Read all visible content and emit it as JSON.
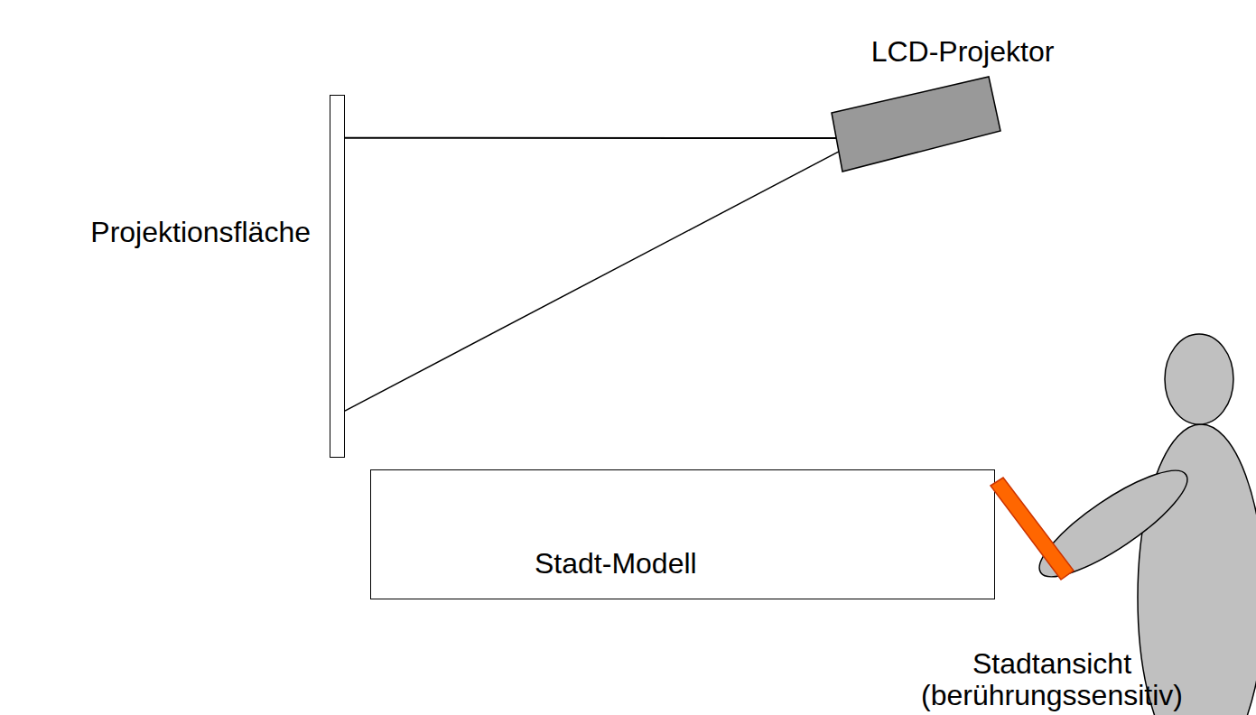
{
  "diagram": {
    "nodes": [
      {
        "text": [
          "Projektionsfläche"
        ]
      },
      {
        "text": [
          "LCD-Projektor"
        ]
      },
      {
        "text": [
          "Stadt-Modell"
        ]
      },
      {
        "text": [
          "Stadtansicht (berührungssensitiv)"
        ]
      }
    ],
    "edges": [
      {
        "from": 1,
        "to": 0,
        "arrow": "none"
      },
      {
        "from": 1,
        "to": 0,
        "arrow": "none"
      }
    ]
  }
}
